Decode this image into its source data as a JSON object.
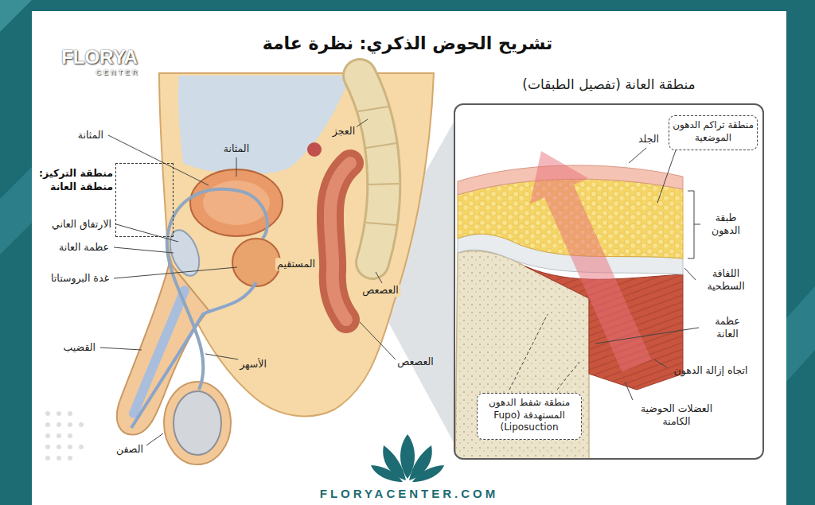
{
  "diagram": {
    "title": "تشريح الحوض الذكري: نظرة عامة",
    "nodes": [
      {
        "text": [
          "منطقة التركيز: منطقة العانة"
        ]
      },
      {
        "text": [
          "منطقة العانة (تفصيل الطبقات)"
        ]
      },
      {
        "text": [
          "منطقة تراكم الدهون الموضعية"
        ],
        "in": 1
      },
      {
        "text": [
          "منطقة شفط الدهون المستهدفة (Fupo Liposuction)"
        ],
        "in": 1
      }
    ],
    "labels": [
      "المثانة",
      "المثانة",
      "العجز",
      "الارتفاق العاني",
      "عظمة العانة",
      "غدة البروستاتا",
      "المستقيم",
      "العصعص",
      "العصعص",
      "القضيب",
      "الأسهر",
      "الصفن",
      "الجلد",
      "طبقة الدهون",
      "اللفافة السطحية",
      "عظمة العانة",
      "اتجاه إزالة الدهون",
      "العضلات الحوضية الكامنة",
      "FLORYA",
      "CENTER",
      "FLORYACENTER.COM"
    ]
  }
}
